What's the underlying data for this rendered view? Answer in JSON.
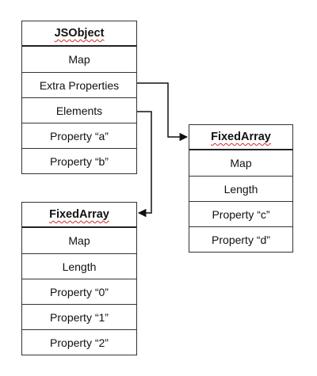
{
  "jsobject": {
    "title": "JSObject",
    "rows": [
      "Map",
      "Extra Properties",
      "Elements",
      "Property “a”",
      "Property “b”"
    ]
  },
  "fixed_array_properties": {
    "title": "FixedArray",
    "rows": [
      "Map",
      "Length",
      "Property “c”",
      "Property “d”"
    ]
  },
  "fixed_array_elements": {
    "title": "FixedArray",
    "rows": [
      "Map",
      "Length",
      "Property “0”",
      "Property “1”",
      "Property “2”"
    ]
  },
  "connections": [
    {
      "from": "jsobject.Extra Properties",
      "to": "fixed_array_properties"
    },
    {
      "from": "jsobject.Elements",
      "to": "fixed_array_elements"
    }
  ],
  "colors": {
    "line": "#111111",
    "border": "#333333",
    "spellcheck_underline": "#d42a2a"
  }
}
